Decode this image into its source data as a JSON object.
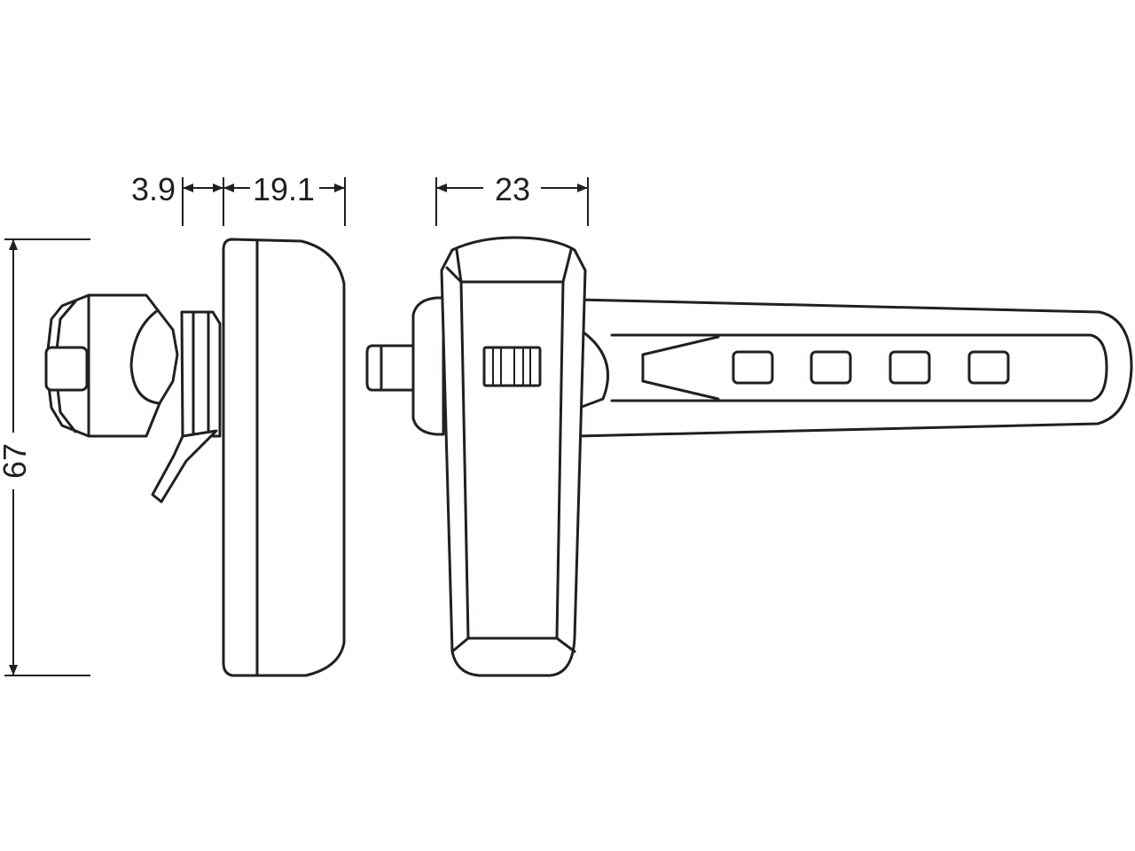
{
  "dimensions": {
    "mount_offset": "3.9",
    "body_depth": "19.1",
    "body_width": "23",
    "body_height": "67"
  },
  "colors": {
    "line": "#231f20",
    "background": "#ffffff"
  }
}
